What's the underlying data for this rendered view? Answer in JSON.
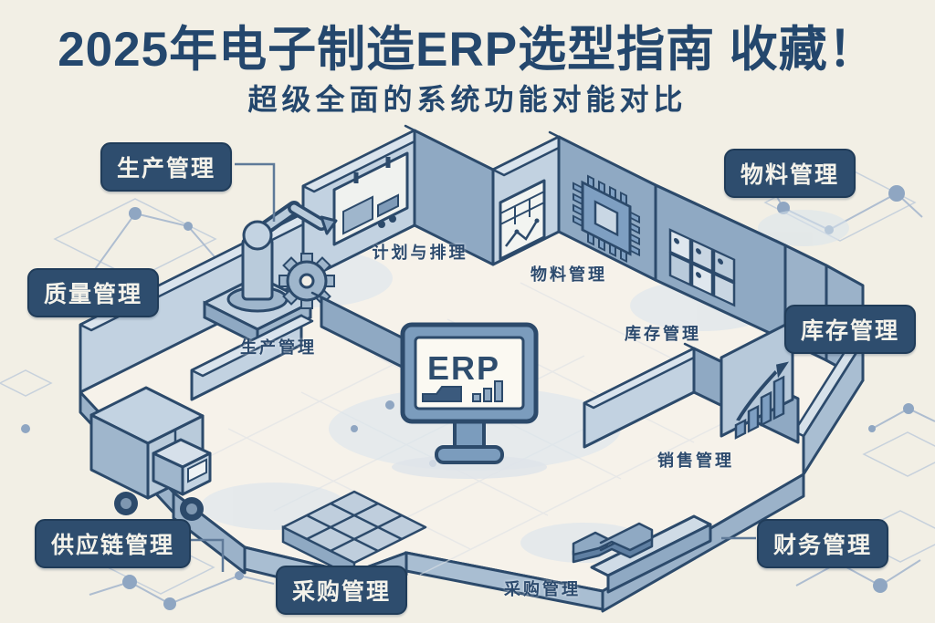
{
  "title": "2025年电子制造ERP选型指南 收藏！",
  "subtitle": "超级全面的系统功能对能对比",
  "erp": {
    "label": "ERP"
  },
  "badges": {
    "production": "生产管理",
    "material": "物料管理",
    "quality": "质量管理",
    "inventory": "库存管理",
    "supply_chain": "供应链管理",
    "procurement": "采购管理",
    "finance": "财务管理"
  },
  "rooms": {
    "planning": "计划与排理",
    "material": "物料管理",
    "production": "生产管理",
    "inventory": "库存管理",
    "sales": "销售管理",
    "procurement": "采购管理"
  },
  "icons": [
    "erp-monitor",
    "robot-arm",
    "gear",
    "delivery-truck",
    "cpu-chip",
    "storage-lockers",
    "dashboard-panel",
    "spreadsheet-chart-panel",
    "growth-chart",
    "wrench",
    "pallet-grid"
  ],
  "colors": {
    "background": "#f2efe5",
    "navy": "#2c4a6b",
    "badge_bg": "#2e4d6e",
    "badge_text": "#f4f2ea",
    "wall_light": "#c2d2e1",
    "wall_dark": "#8fa9c3",
    "floor": "#f6f2ea"
  }
}
